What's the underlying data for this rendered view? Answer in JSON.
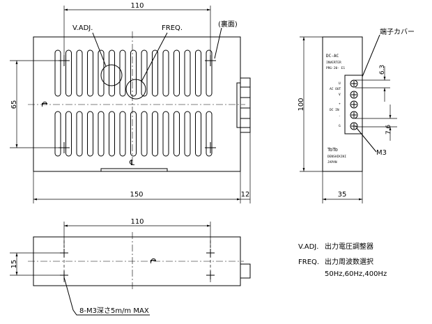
{
  "front_view": {
    "dim_110": "110",
    "dim_65": "65",
    "dim_150": "150",
    "dim_12": "12",
    "label_vadj": "V.ADJ.",
    "label_freq": "FREQ.",
    "label_back": "(裏面)",
    "cl_mark": "℄"
  },
  "side_view": {
    "dim_100": "100",
    "dim_35": "35",
    "dim_6_3": "6.3",
    "dim_7_6": "7.6",
    "label_terminal_cover": "端子カバー",
    "label_m3": "M3",
    "panel_lines": [
      "DC-AC",
      "INVERTER",
      "PRG-20-  E1"
    ],
    "terminal_labels": [
      "U",
      "AC OUT",
      "V",
      "+",
      "DC IN",
      "-",
      "G"
    ],
    "brand_lines": [
      "ToTo",
      "DENSHIKIKI",
      "JAPAN"
    ]
  },
  "bottom_view": {
    "dim_110": "110",
    "dim_15": "15",
    "hole_note": "8-M3深さ5m/m MAX",
    "cl_mark": "℄"
  },
  "legend": {
    "vadj_key": "V.ADJ.",
    "vadj_desc": "出力電圧調整器",
    "freq_key": "FREQ.",
    "freq_desc": "出力周波数選択",
    "freq_values": "50Hz,60Hz,400Hz"
  }
}
